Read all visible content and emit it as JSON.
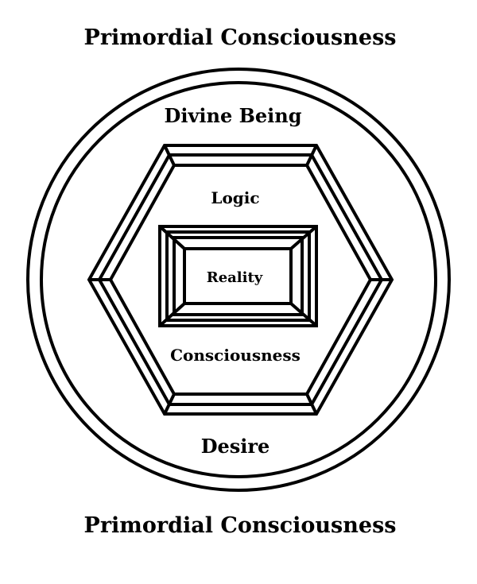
{
  "title_top": "Primordial Consciousness",
  "title_bottom": "Primordial Consciousness",
  "circle_label": "Divine Being",
  "circle_label_bottom": "Desire",
  "hexagon_label_top": "Logic",
  "hexagon_label_bottom": "Consciousness",
  "rectangle_label": "Reality",
  "colors": {
    "stroke": "#000000",
    "background": "#ffffff",
    "text": "#000000"
  }
}
